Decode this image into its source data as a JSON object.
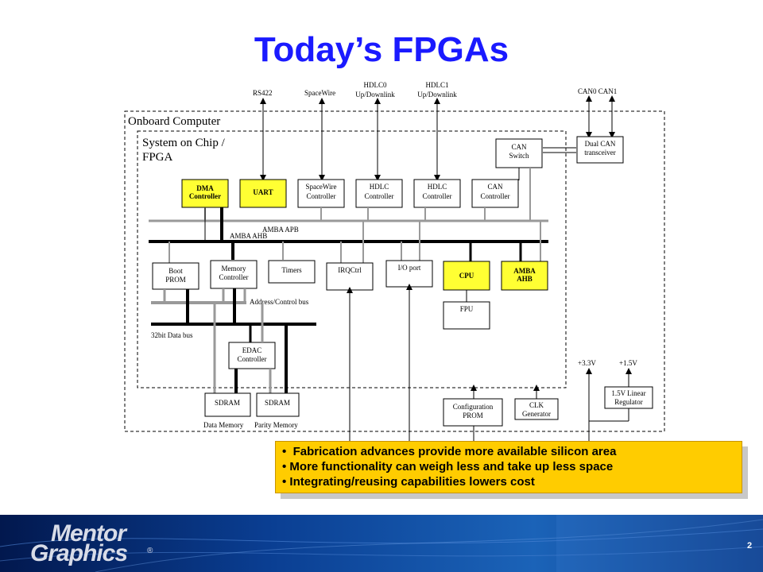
{
  "slide": {
    "title": "Today’s FPGAs",
    "page_number": "2"
  },
  "diagram": {
    "outer_label": "Onboard Computer",
    "inner_label_line1": "System on Chip /",
    "inner_label_line2": "FPGA",
    "external_signals": {
      "rs422": "RS422",
      "spacewire": "SpaceWire",
      "hdlc0_line1": "HDLC0",
      "hdlc0_line2": "Up/Downlink",
      "hdlc1_line1": "HDLC1",
      "hdlc1_line2": "Up/Downlink",
      "can": "CAN0  CAN1"
    },
    "blocks": {
      "dma_line1": "DMA",
      "dma_line2": "Controller",
      "uart": "UART",
      "spw_line1": "SpaceWire",
      "spw_line2": "Controller",
      "hdlc_a_line1": "HDLC",
      "hdlc_a_line2": "Controller",
      "hdlc_b_line1": "HDLC",
      "hdlc_b_line2": "Controller",
      "can_ctrl_line1": "CAN",
      "can_ctrl_line2": "Controller",
      "can_switch_line1": "CAN",
      "can_switch_line2": "Switch",
      "dual_can_line1": "Dual CAN",
      "dual_can_line2": "transceiver",
      "boot_line1": "Boot",
      "boot_line2": "PROM",
      "memctrl_line1": "Memory",
      "memctrl_line2": "Controller",
      "timers": "Timers",
      "irqctrl": "IRQCtrl",
      "ioport": "I/O port",
      "cpu": "CPU",
      "amba_line1": "AMBA",
      "amba_line2": "AHB",
      "fpu": "FPU",
      "edac_line1": "EDAC",
      "edac_line2": "Controller",
      "sdram_data": "SDRAM",
      "sdram_parity": "SDRAM",
      "config_line1": "Configuration",
      "config_line2": "PROM",
      "clk_line1": "CLK",
      "clk_line2": "Generator",
      "regulator_line1": "1.5V Linear",
      "regulator_line2": "Regulator"
    },
    "buses": {
      "apb": "AMBA APB",
      "ahb": "AMBA AHB",
      "address": "Address/Control bus",
      "data": "32bit Data bus"
    },
    "labels": {
      "data_memory": "Data Memory",
      "parity_memory": "Parity Memory",
      "v33": "+3.3V",
      "v15": "+1.5V"
    },
    "colors": {
      "highlight_block": "#ffff33",
      "title": "#1a1aff"
    }
  },
  "callout": {
    "bullets": [
      "Fabrication advances provide more available silicon area",
      "More functionality can weigh less and take up less space",
      "Integrating/reusing capabilities lowers cost"
    ],
    "background": "#ffcc00"
  },
  "footer": {
    "logo_line1": "Mentor",
    "logo_line2": "Graphics",
    "logo_reg": "®"
  }
}
